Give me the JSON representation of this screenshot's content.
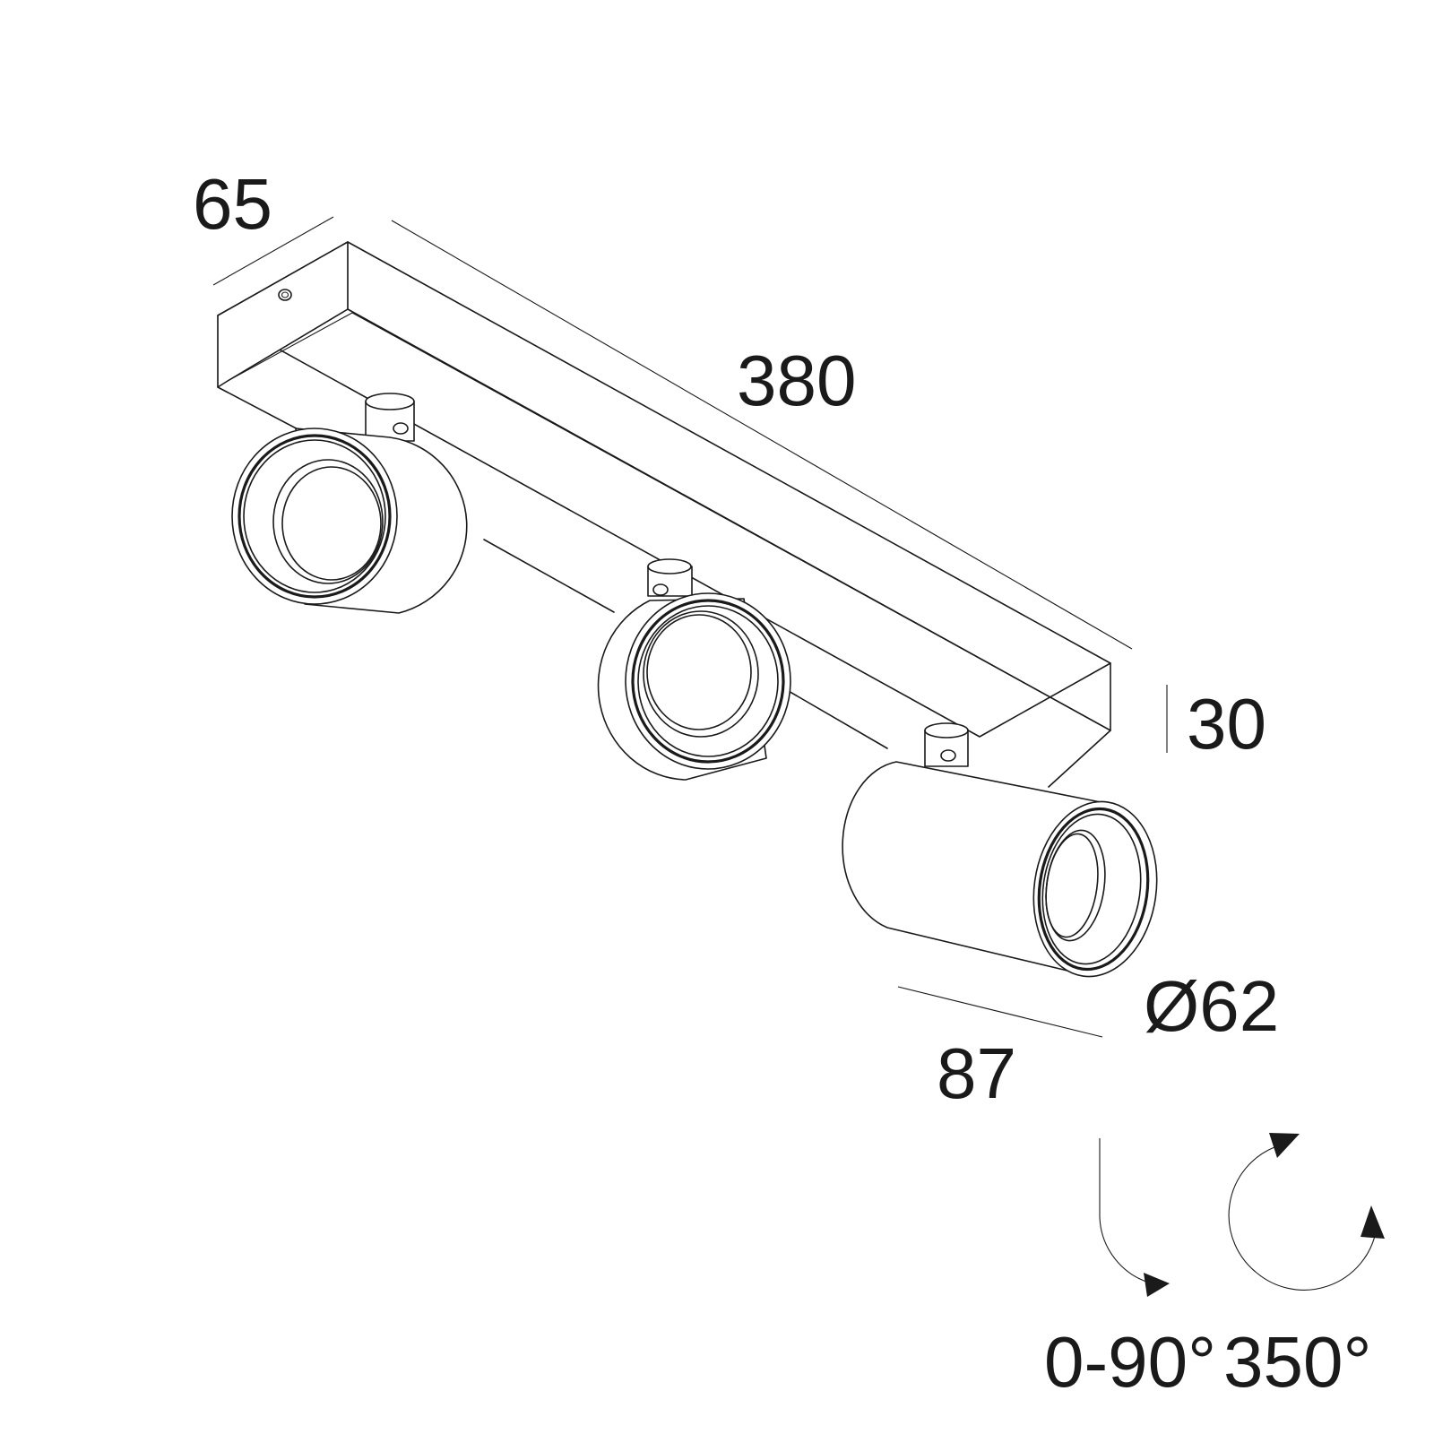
{
  "dimensions": {
    "depth": "65",
    "length": "380",
    "height": "30",
    "diameter": "Ø62",
    "spot_length": "87"
  },
  "rotation": {
    "tilt": "0-90°",
    "rotate": "350°"
  },
  "colors": {
    "line": "#1a1a1a",
    "background": "#ffffff"
  }
}
